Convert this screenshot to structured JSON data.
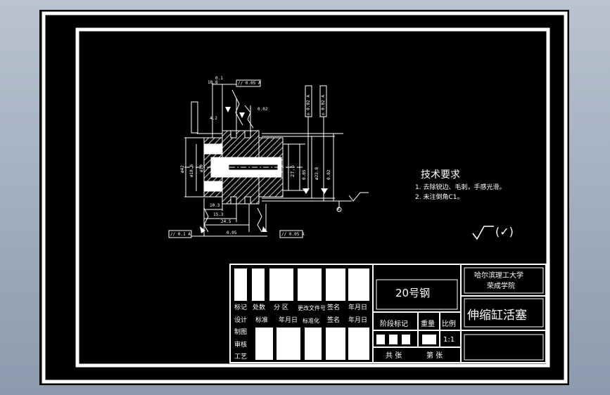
{
  "tech_requirements": {
    "title": "技术要求",
    "items": [
      "1. 去除锐边、毛刺，手感光滑。",
      "2. 未注倒角C1。"
    ]
  },
  "surface_finish": "(✓)",
  "dims": {
    "d1": "10.8",
    "d2": "0.1",
    "d3": "4.2",
    "d4": "10.3",
    "d5": "15.3",
    "d6": "24.5",
    "d7": "0.02",
    "d8": "0.05",
    "d9": "27.6",
    "d10": "ø42",
    "d11": "ø18.6",
    "d12": "ø23.8",
    "d13": "ø10",
    "d14": "0.02",
    "d15": "0.05"
  },
  "tolerance_frames": {
    "f1": [
      "//",
      "0.05",
      "A"
    ],
    "f2": [
      "//",
      "0.1",
      "A"
    ],
    "f3": [
      "//",
      "0.05",
      "A"
    ],
    "f4": [
      "◎",
      "0.02",
      "A"
    ],
    "f5": [
      "◎",
      "0.02",
      "A"
    ]
  },
  "datum": "A",
  "title_block": {
    "material": "20号钢",
    "school_line1": "哈尔滨理工大学",
    "school_line2": "荣成学院",
    "part_name": "伸缩缸活塞",
    "row_labels": [
      "标记",
      "处数",
      "分 区",
      "更改文件号",
      "签名",
      "年月日"
    ],
    "row2": [
      "设计",
      "标准化",
      "年月日",
      "签名",
      "年月日"
    ],
    "row3": [
      "制图",
      "审核"
    ],
    "row4": [
      "审核"
    ],
    "row5": [
      "工艺"
    ],
    "stage_mark": "阶段标记",
    "weight": "重量",
    "scale": "比例",
    "scale_value": "1:1",
    "sheets_total": "共  张",
    "sheet_no": "第  张",
    "std_label": "标准"
  }
}
